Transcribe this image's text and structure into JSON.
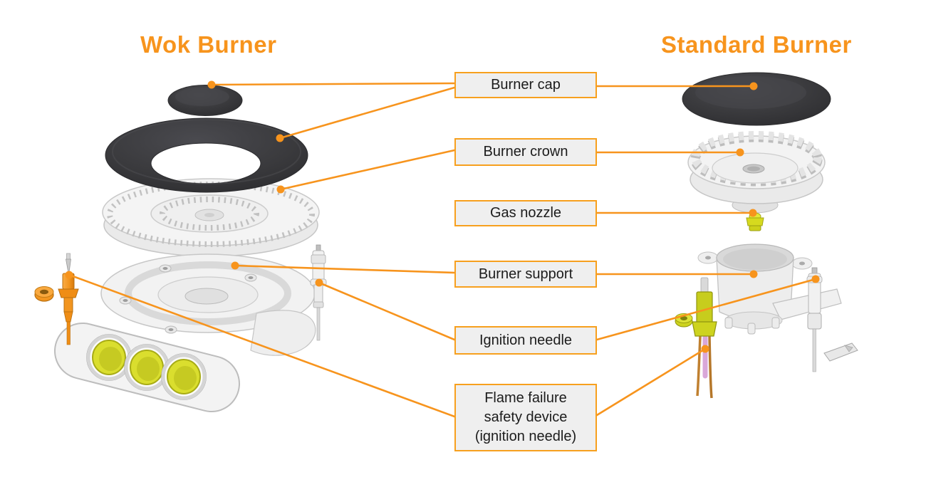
{
  "diagram": {
    "left_title": "Wok Burner",
    "right_title": "Standard Burner",
    "labels": [
      {
        "id": "burner-cap",
        "text": "Burner cap"
      },
      {
        "id": "burner-crown",
        "text": "Burner crown"
      },
      {
        "id": "gas-nozzle",
        "text": "Gas nozzle"
      },
      {
        "id": "burner-support",
        "text": "Burner support"
      },
      {
        "id": "ignition-needle",
        "text": "Ignition needle"
      },
      {
        "id": "flame-failure",
        "text": "Flame failure safety device (ignition needle)"
      }
    ],
    "colors": {
      "accent_orange": "#F7941D",
      "label_background": "#EFEFEF",
      "label_text": "#1C1C1C",
      "dark_part": "#3A3A3C",
      "white_part": "#F2F2F2",
      "yellow_part": "#D6DA1E",
      "venturi_yellow": "#DADE2E",
      "pink_wire": "#D9A7D9",
      "copper_wire": "#C08030"
    }
  }
}
